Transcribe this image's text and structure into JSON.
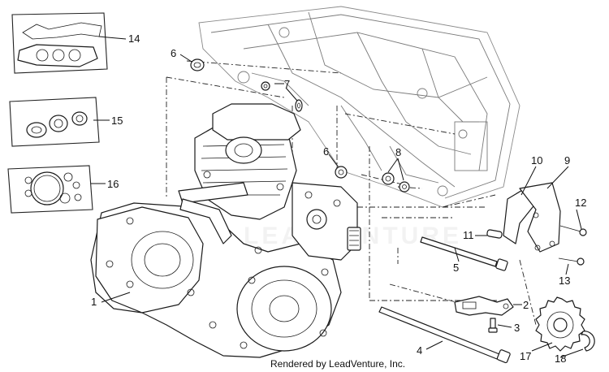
{
  "callouts": [
    {
      "id": "1",
      "label": "1"
    },
    {
      "id": "2",
      "label": "2"
    },
    {
      "id": "3",
      "label": "3"
    },
    {
      "id": "4",
      "label": "4"
    },
    {
      "id": "5",
      "label": "5"
    },
    {
      "id": "6a",
      "label": "6"
    },
    {
      "id": "6b",
      "label": "6"
    },
    {
      "id": "7",
      "label": "7"
    },
    {
      "id": "8",
      "label": "8"
    },
    {
      "id": "9",
      "label": "9"
    },
    {
      "id": "10",
      "label": "10"
    },
    {
      "id": "11",
      "label": "11"
    },
    {
      "id": "12",
      "label": "12"
    },
    {
      "id": "13",
      "label": "13"
    },
    {
      "id": "14",
      "label": "14"
    },
    {
      "id": "15",
      "label": "15"
    },
    {
      "id": "16",
      "label": "16"
    },
    {
      "id": "17",
      "label": "17"
    },
    {
      "id": "18",
      "label": "18"
    }
  ],
  "footer": {
    "credit": "Rendered by LeadVenture, Inc."
  },
  "watermark": {
    "text": "LEADVENTURE"
  }
}
